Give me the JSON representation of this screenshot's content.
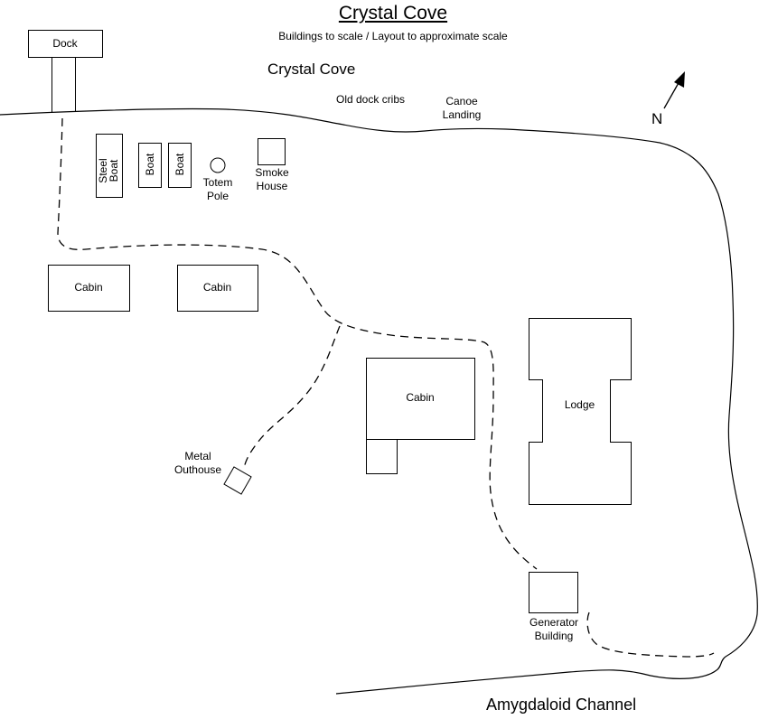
{
  "header": {
    "title": "Crystal Cove",
    "subtitle": "Buildings to scale / Layout to approximate scale"
  },
  "water_labels": {
    "cove": "Crystal Cove",
    "channel": "Amygdaloid Channel"
  },
  "compass": {
    "label": "N",
    "icon": "north-arrow-icon"
  },
  "shore_labels": {
    "old_dock_cribs": "Old dock cribs",
    "canoe_landing_line1": "Canoe",
    "canoe_landing_line2": "Landing"
  },
  "structures": {
    "dock": "Dock",
    "steel_boat_line1": "Steel",
    "steel_boat_line2": "Boat",
    "boat_1": "Boat",
    "boat_2": "Boat",
    "totem_pole_line1": "Totem",
    "totem_pole_line2": "Pole",
    "smoke_house_line1": "Smoke",
    "smoke_house_line2": "House",
    "cabin_west": "Cabin",
    "cabin_middle": "Cabin",
    "cabin_large": "Cabin",
    "lodge": "Lodge",
    "outhouse_line1": "Metal",
    "outhouse_line2": "Outhouse",
    "generator_line1": "Generator",
    "generator_line2": "Building"
  },
  "colors": {
    "line": "#000000",
    "background": "#ffffff"
  }
}
